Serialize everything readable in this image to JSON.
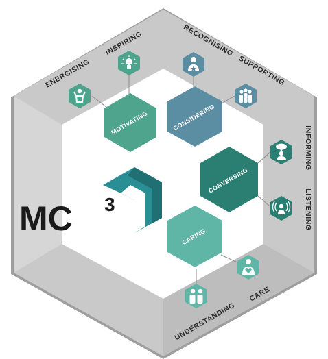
{
  "logo": {
    "text": "MC",
    "superscript": "3"
  },
  "hexagons": {
    "motivating": {
      "label": "MOTIVATING",
      "color": "#4fa48e"
    },
    "considering": {
      "label": "CONSIDERING",
      "color": "#5b8ea3"
    },
    "conversing": {
      "label": "CONVERSING",
      "color": "#2a7f72"
    },
    "caring": {
      "label": "CARING",
      "color": "#5fb5a6"
    }
  },
  "outer_labels": {
    "energising": "ENERGISING",
    "inspiring": "INSPIRING",
    "recognising": "RECOGNISING",
    "supporting": "SUPPORTING",
    "informing": "INFORMING",
    "listening": "LISTENING",
    "care": "CARE",
    "understanding": "UNDERSTANDING"
  },
  "icons": {
    "energising": "energising-person-icon",
    "inspiring": "lightbulb-icon",
    "recognising": "star-person-icon",
    "supporting": "group-icon",
    "informing": "speech-bubble-icon",
    "listening": "sound-waves-icon",
    "care": "heart-person-icon",
    "understanding": "two-people-icon"
  },
  "colors": {
    "frame": "#c8c8c8",
    "frame_shadow": "#9e9e9e",
    "motivating_icons": "#4fa48e",
    "considering_icons": "#5b8ea3",
    "conversing_icons": "#2a7f72",
    "caring_icons": "#5fb5a6",
    "logo_accent": "#2a8f94"
  }
}
